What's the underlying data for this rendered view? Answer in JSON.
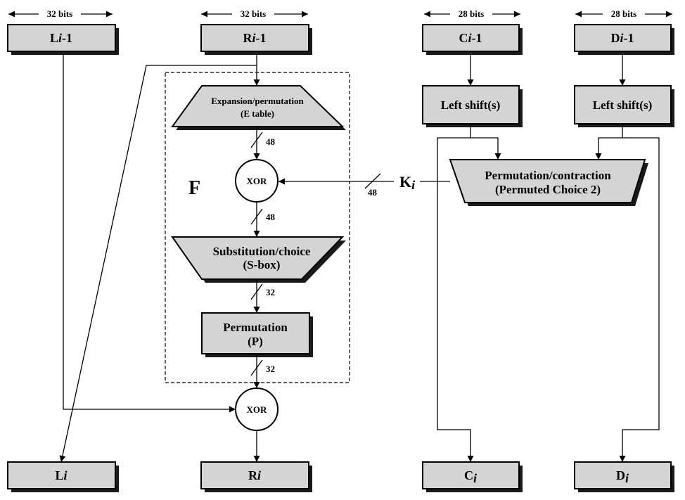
{
  "widths": {
    "left": "32 bits",
    "right": "32 bits",
    "c": "28 bits",
    "d": "28 bits"
  },
  "inputs": {
    "l_base": "L",
    "l_sub": "i",
    "l_suffix": "-1",
    "r_base": "R",
    "r_sub": "i",
    "r_suffix": "-1",
    "c_base": "C",
    "c_sub": "i",
    "c_suffix": "-1",
    "d_base": "D",
    "d_sub": "i",
    "d_suffix": "-1"
  },
  "f_function": {
    "label": "F",
    "expansion_line1": "Expansion/permutation",
    "expansion_line2": "(E table)",
    "xor": "XOR",
    "substitution_line1": "Substitution/choice",
    "substitution_line2": "(S-box)",
    "permutation_line1": "Permutation",
    "permutation_line2": "(P)"
  },
  "bit_counts": {
    "after_expansion": "48",
    "after_xor": "48",
    "after_sbox": "32",
    "after_perm": "32",
    "key": "48"
  },
  "key_schedule": {
    "shift_c": "Left shift(s)",
    "shift_d": "Left shift(s)",
    "pc2_line1": "Permutation/contraction",
    "pc2_line2": "(Permuted Choice 2)",
    "key_base": "K",
    "key_sub": "i"
  },
  "final_xor": "XOR",
  "outputs": {
    "l_base": "L",
    "l_sub": "i",
    "r_base": "R",
    "r_sub": "i",
    "c_base": "C",
    "c_sub": "i",
    "d_base": "D",
    "d_sub": "i"
  }
}
